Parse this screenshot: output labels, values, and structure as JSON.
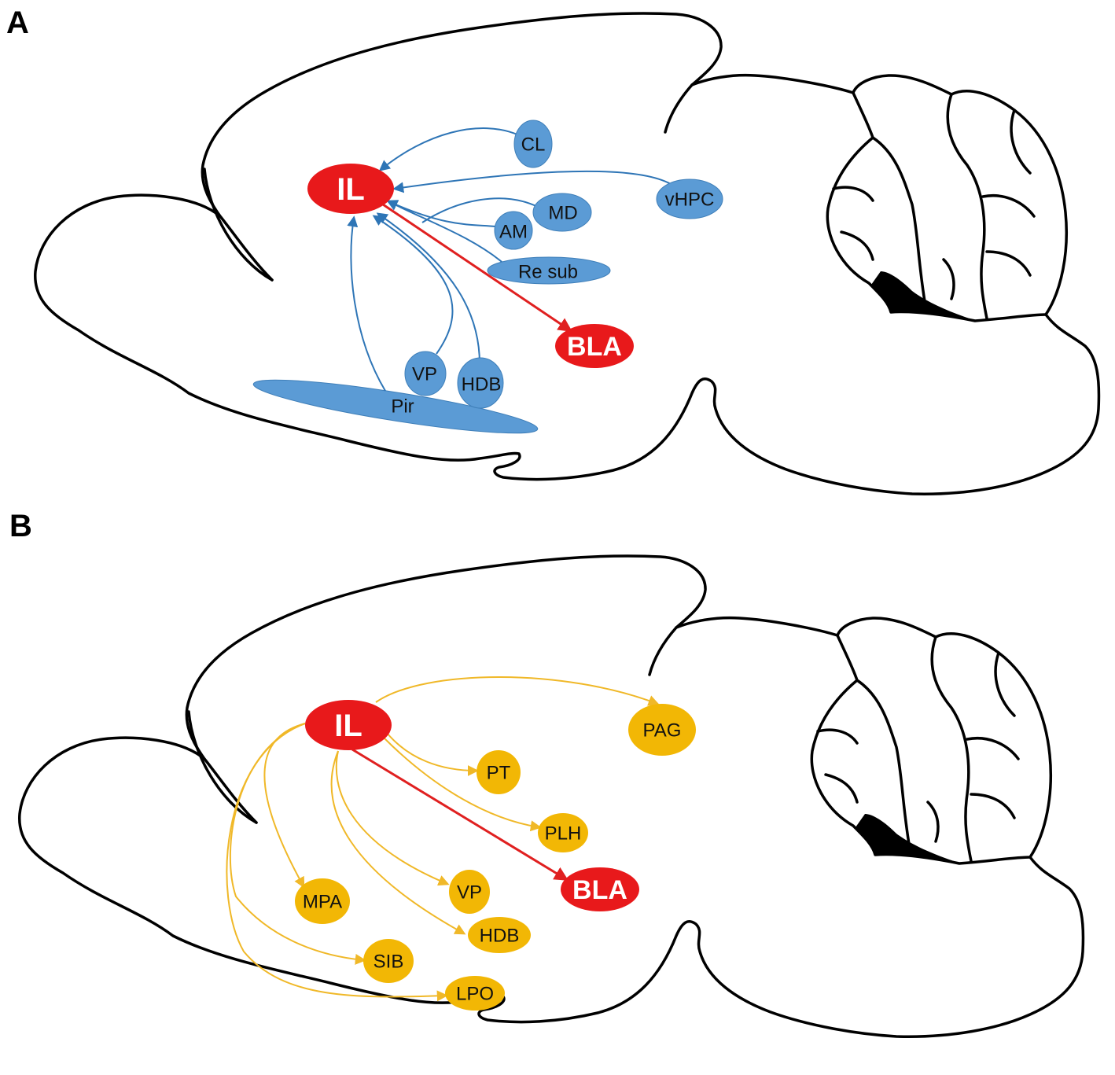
{
  "colors": {
    "input_node": "#5b9bd5",
    "input_node_stroke": "#3f7fb9",
    "input_arrow": "#2e75b6",
    "output_node": "#f2b705",
    "output_arrow": "#f0b828",
    "key_node": "#e8191b",
    "key_arrow": "#e02020"
  },
  "panels": [
    {
      "label": "A",
      "nodes": [
        {
          "id": "IL",
          "label": "IL",
          "kind": "key"
        },
        {
          "id": "BLA",
          "label": "BLA",
          "kind": "key"
        },
        {
          "id": "CL",
          "label": "CL",
          "kind": "input"
        },
        {
          "id": "vHPC",
          "label": "vHPC",
          "kind": "input"
        },
        {
          "id": "MD",
          "label": "MD",
          "kind": "input"
        },
        {
          "id": "AM",
          "label": "AM",
          "kind": "input"
        },
        {
          "id": "Resub",
          "label": "Re sub",
          "kind": "input"
        },
        {
          "id": "VP",
          "label": "VP",
          "kind": "input"
        },
        {
          "id": "HDB",
          "label": "HDB",
          "kind": "input"
        },
        {
          "id": "Pir",
          "label": "Pir",
          "kind": "input"
        }
      ],
      "connections": [
        {
          "from": "CL",
          "to": "IL"
        },
        {
          "from": "vHPC",
          "to": "IL"
        },
        {
          "from": "MD",
          "to": "IL"
        },
        {
          "from": "AM",
          "to": "IL"
        },
        {
          "from": "Resub",
          "to": "IL"
        },
        {
          "from": "VP",
          "to": "IL"
        },
        {
          "from": "HDB",
          "to": "IL"
        },
        {
          "from": "Pir",
          "to": "IL"
        },
        {
          "from": "IL",
          "to": "BLA"
        }
      ]
    },
    {
      "label": "B",
      "nodes": [
        {
          "id": "IL",
          "label": "IL",
          "kind": "key"
        },
        {
          "id": "BLA",
          "label": "BLA",
          "kind": "key"
        },
        {
          "id": "PAG",
          "label": "PAG",
          "kind": "output"
        },
        {
          "id": "PT",
          "label": "PT",
          "kind": "output"
        },
        {
          "id": "PLH",
          "label": "PLH",
          "kind": "output"
        },
        {
          "id": "VP",
          "label": "VP",
          "kind": "output"
        },
        {
          "id": "HDB",
          "label": "HDB",
          "kind": "output"
        },
        {
          "id": "MPA",
          "label": "MPA",
          "kind": "output"
        },
        {
          "id": "SIB",
          "label": "SIB",
          "kind": "output"
        },
        {
          "id": "LPO",
          "label": "LPO",
          "kind": "output"
        }
      ],
      "connections": [
        {
          "from": "IL",
          "to": "PAG"
        },
        {
          "from": "IL",
          "to": "PT"
        },
        {
          "from": "IL",
          "to": "PLH"
        },
        {
          "from": "IL",
          "to": "VP"
        },
        {
          "from": "IL",
          "to": "HDB"
        },
        {
          "from": "IL",
          "to": "MPA"
        },
        {
          "from": "IL",
          "to": "SIB"
        },
        {
          "from": "IL",
          "to": "LPO"
        },
        {
          "from": "IL",
          "to": "BLA"
        }
      ]
    }
  ]
}
